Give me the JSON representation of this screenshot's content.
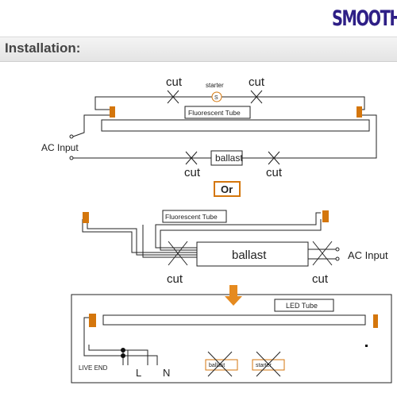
{
  "brand": "SMOOTH",
  "section_title": "Installation:",
  "diagram1": {
    "starter_label": "starter",
    "starter_symbol": "S",
    "cut_label": "cut",
    "tube_label": "Fluorescent Tube",
    "input_label": "AC Input",
    "ballast_label": "ballast"
  },
  "or_label": "Or",
  "diagram2": {
    "tube_label": "Fluorescent Tube",
    "ballast_label": "ballast",
    "cut_label": "cut",
    "input_label": "AC Input"
  },
  "diagram3": {
    "tube_label": "LED Tube",
    "live_end_label": "LIVE END",
    "l_label": "L",
    "n_label": "N",
    "ballast_label": "ballast",
    "starter_label": "starter"
  },
  "colors": {
    "brand": "#2e1f86",
    "pin": "#d4760c",
    "arrow": "#e58a1f",
    "starter_circle": "#d4760c"
  }
}
